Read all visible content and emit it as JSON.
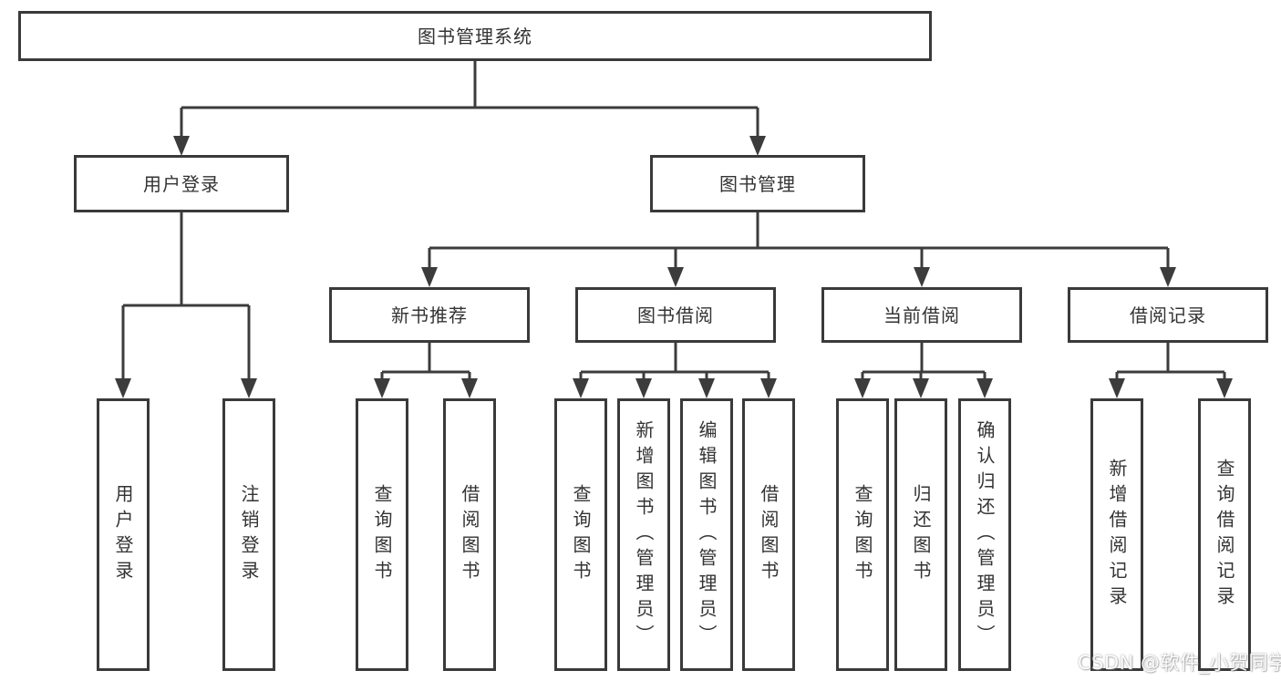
{
  "tree": {
    "label": "图书管理系统",
    "children": [
      {
        "label": "用户登录",
        "children": [
          {
            "label": "用户登录"
          },
          {
            "label": "注销登录"
          }
        ]
      },
      {
        "label": "图书管理",
        "children": [
          {
            "label": "新书推荐",
            "children": [
              {
                "label": "查询图书"
              },
              {
                "label": "借阅图书"
              }
            ]
          },
          {
            "label": "图书借阅",
            "children": [
              {
                "label": "查询图书"
              },
              {
                "label": "新增图书（管理员）"
              },
              {
                "label": "编辑图书（管理员）"
              },
              {
                "label": "借阅图书"
              }
            ]
          },
          {
            "label": "当前借阅",
            "children": [
              {
                "label": "查询图书"
              },
              {
                "label": "归还图书"
              },
              {
                "label": "确认归还（管理员）"
              }
            ]
          },
          {
            "label": "借阅记录",
            "children": [
              {
                "label": "新增借阅记录"
              },
              {
                "label": "查询借阅记录"
              }
            ]
          }
        ]
      }
    ]
  },
  "watermark": {
    "text": "CSDN @软件_小贺同学"
  },
  "colors": {
    "line": "#3c3c3c",
    "box_border": "#3a3a3a",
    "text": "#333333",
    "watermark": "#fbfbfb"
  }
}
